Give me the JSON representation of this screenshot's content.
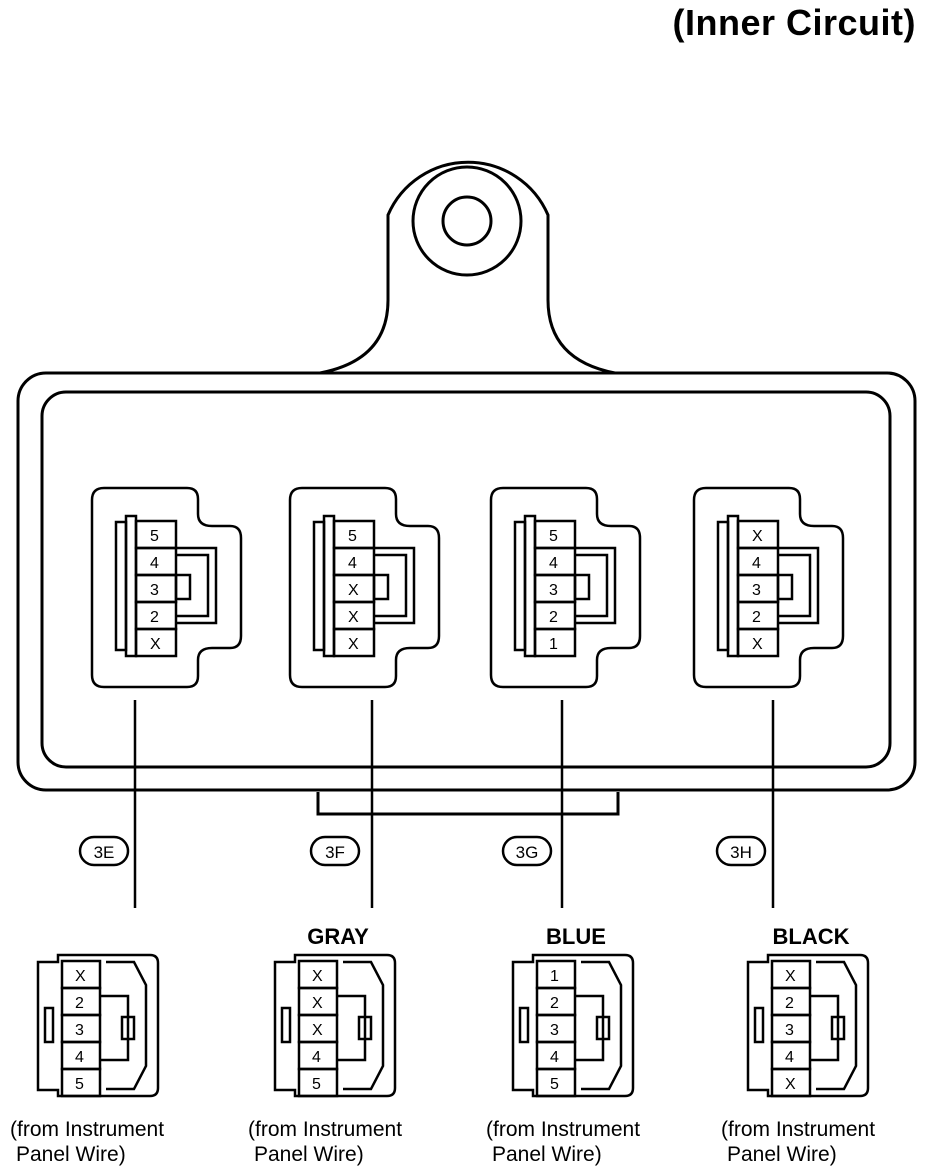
{
  "title": "(Inner Circuit)",
  "upper_connectors": [
    {
      "pins": [
        "5",
        "4",
        "3",
        "2",
        "X"
      ]
    },
    {
      "pins": [
        "5",
        "4",
        "X",
        "X",
        "X"
      ]
    },
    {
      "pins": [
        "5",
        "4",
        "3",
        "2",
        "1"
      ]
    },
    {
      "pins": [
        "X",
        "4",
        "3",
        "2",
        "X"
      ]
    }
  ],
  "callouts": [
    "3E",
    "3F",
    "3G",
    "3H"
  ],
  "lower_connectors": [
    {
      "color": "",
      "pins": [
        "X",
        "2",
        "3",
        "4",
        "5"
      ],
      "note_line1": "(from Instrument",
      "note_line2": "Panel Wire)"
    },
    {
      "color": "GRAY",
      "pins": [
        "X",
        "X",
        "X",
        "4",
        "5"
      ],
      "note_line1": "(from Instrument",
      "note_line2": "Panel Wire)"
    },
    {
      "color": "BLUE",
      "pins": [
        "1",
        "2",
        "3",
        "4",
        "5"
      ],
      "note_line1": "(from Instrument",
      "note_line2": "Panel Wire)"
    },
    {
      "color": "BLACK",
      "pins": [
        "X",
        "2",
        "3",
        "4",
        "X"
      ],
      "note_line1": "(from Instrument",
      "note_line2": "Panel Wire)"
    }
  ]
}
